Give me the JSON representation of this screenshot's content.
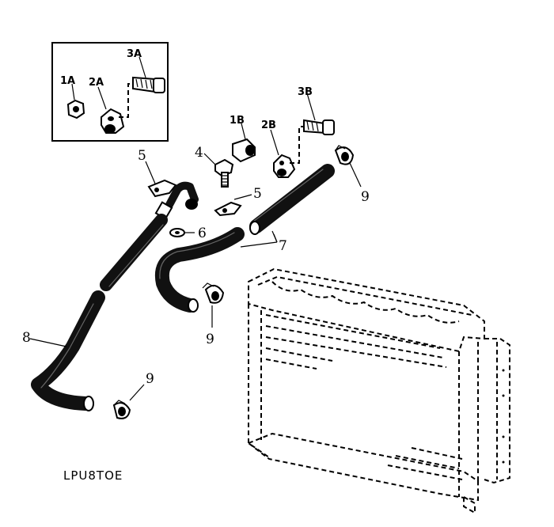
{
  "labels": {
    "inset_a": "1A",
    "inset_b": "2A",
    "inset_c": "3A",
    "part_1b": "1B",
    "part_2b": "2B",
    "part_3b": "3B",
    "part_4": "4",
    "part_5_left": "5",
    "part_5_right": "5",
    "part_6": "6",
    "part_7": "7",
    "part_8": "8",
    "part_9_top": "9",
    "part_9_mid": "9",
    "part_9_bottom": "9"
  },
  "figure_code": "LPU8TOE"
}
